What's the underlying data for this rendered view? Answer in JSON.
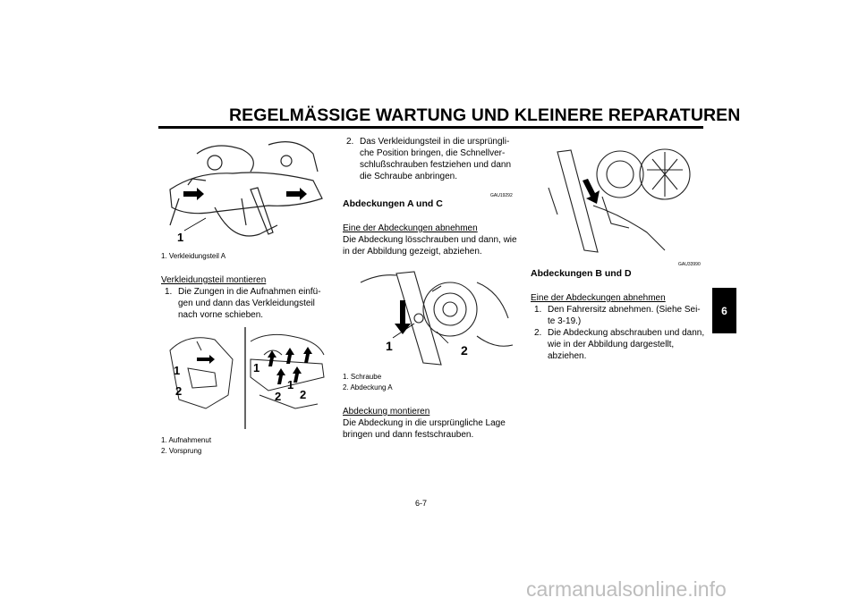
{
  "header": {
    "title": "REGELMÄSSIGE WARTUNG UND KLEINERE REPARATUREN",
    "chapter_tab": "6"
  },
  "col1": {
    "fig1": {
      "callout": "1",
      "caption_1": "1. Verkleidungsteil A"
    },
    "section_heading": "Verkleidungsteil montieren",
    "step1_num": "1.",
    "step1_text": "Die Zungen in die Aufnahmen einfü-gen und dann das Verkleidungsteil nach vorne schieben.",
    "fig2": {
      "callout_left_1": "1",
      "callout_left_2": "2",
      "callout_right_1a": "1",
      "callout_right_1b": "1",
      "callout_right_2a": "2",
      "callout_right_2b": "2",
      "caption_1": "1. Aufnahmenut",
      "caption_2": "2. Vorsprung"
    }
  },
  "col2": {
    "step2_num": "2.",
    "step2_text": "Das Verkleidungsteil in die ursprüngli-che Position bringen, die Schnellver-schlußschrauben festziehen und dann die Schraube anbringen.",
    "code": "GAU19292",
    "heading": "Abdeckungen A und C",
    "sub1": "Eine der Abdeckungen abnehmen",
    "sub1_text": "Die Abdeckung lösschrauben und dann, wie in der Abbildung gezeigt, abziehen.",
    "fig3": {
      "callout_1": "1",
      "callout_2": "2",
      "caption_1": "1. Schraube",
      "caption_2": "2. Abdeckung A"
    },
    "sub2": "Abdeckung montieren",
    "sub2_text": "Die Abdeckung in die ursprüngliche Lage bringen und dann festschrauben."
  },
  "col3": {
    "code": "GAU33990",
    "heading": "Abdeckungen B und D",
    "sub1": "Eine der Abdeckungen abnehmen",
    "step1_num": "1.",
    "step1_text": "Den Fahrersitz abnehmen. (Siehe Sei-te 3-19.)",
    "step2_num": "2.",
    "step2_text": "Die Abdeckung abschrauben und dann, wie in der Abbildung dargestellt, abziehen."
  },
  "footer": {
    "page_number": "6-7",
    "watermark": "carmanualsonline.info"
  }
}
